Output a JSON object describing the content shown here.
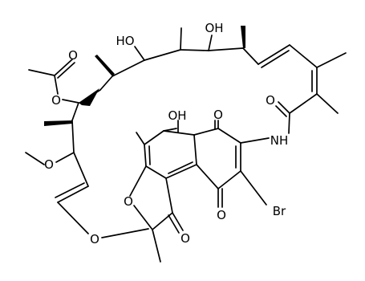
{
  "structure": {
    "type": "skeletal-formula",
    "colors": {
      "line": "#000000",
      "background": "#ffffff"
    },
    "atom_labels": {
      "o_acetyl_carbonyl": "O",
      "o_acetyl_ester": "O",
      "oh_top_left": "HO",
      "oh_top_right": "OH",
      "o_amide": "O",
      "nh_amide": "NH",
      "oh_aromatic": "OH",
      "o_quinone_top": "O",
      "o_methoxy": "O",
      "o_furan": "O",
      "o_bridge": "O",
      "o_lactone": "O",
      "o_quinone_bottom": "O",
      "br": "Br"
    }
  }
}
